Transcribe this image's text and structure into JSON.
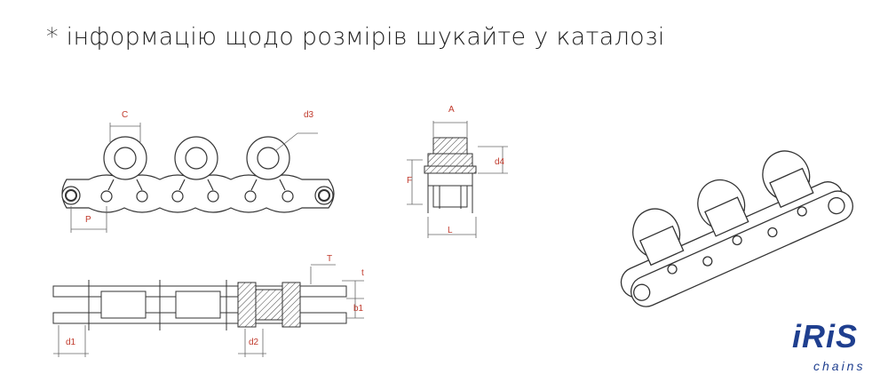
{
  "note": "* інформацію щодо розмірів шукайте у каталозі",
  "dimensions": {
    "C": "C",
    "d3": "d3",
    "P": "P",
    "A": "A",
    "d4": "d4",
    "F": "F",
    "L": "L",
    "T": "T",
    "t": "t",
    "b1": "b1",
    "d1": "d1",
    "d2": "d2"
  },
  "logo": {
    "word": "iRiS",
    "sub": "chains"
  },
  "colors": {
    "dimension": "#c0392b",
    "logo": "#1f3f8f",
    "line": "#333333"
  }
}
